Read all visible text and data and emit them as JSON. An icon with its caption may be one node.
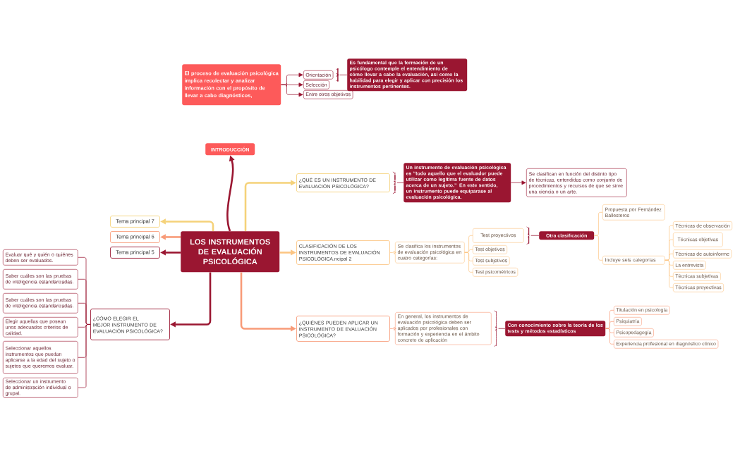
{
  "diagram": {
    "nodes": [
      {
        "text": [
          "LOS INSTRUMENTOS DE EVALUACIÓN PSICOLÓGICA"
        ]
      },
      {
        "text": [
          "INTRODUCCIÓN"
        ]
      },
      {
        "text": [
          "El proceso de evaluación psicológica implica recolectar y analizar información con el propósito de llevar a cabo diagnósticos,"
        ]
      },
      {
        "text": [
          "Orientación"
        ]
      },
      {
        "text": [
          "Selección"
        ]
      },
      {
        "text": [
          "Entre otros objetivos"
        ]
      },
      {
        "text": [
          "Es fundamental que la formación de un psicólogo contemple el entendimiento de cómo llevar a cabo la evaluación, así como la habilidad para elegir y aplicar con precisión los instrumentos pertinentes."
        ]
      },
      {
        "text": [
          "Tema principal 7"
        ]
      },
      {
        "text": [
          "Tema principal 6"
        ]
      },
      {
        "text": [
          "Tema principal 5"
        ]
      },
      {
        "text": [
          "¿QUÉ ES UN INSTRUMENTO DE EVALUACIÓN PSICOLÓGICA?"
        ]
      },
      {
        "text": [
          "Un instrumento de evaluación psicológica es “todo aquello que el evaluador puede utilizar como legítima fuente de datos acerca de un sujeto.” En este sentido, un instrumento puede equiparase al evaluación psicológica."
        ]
      },
      {
        "text": [
          "Se clasifican en función del distinto tipo de técnicas, entendidas como conjunto de procedimientos y recursos de que se sirve una ciencia o un arte."
        ]
      },
      {
        "text": [
          "CLASIFICACIÓN DE LOS INSTRUMENTOS DE EVALUACIÓN PSICOLÓGICA.ncipal 2"
        ]
      },
      {
        "text": [
          "Se clasifica los instrumentos de evaluación psicológica en cuatro categorías:"
        ]
      },
      {
        "text": [
          "Test proyectivos"
        ]
      },
      {
        "text": [
          "Test objetivos"
        ]
      },
      {
        "text": [
          "Test subjetivos"
        ]
      },
      {
        "text": [
          "Test psicométricos"
        ]
      },
      {
        "text": [
          "Otra clasificación"
        ]
      },
      {
        "text": [
          "Propuesta por Fernández Ballesteros"
        ]
      },
      {
        "text": [
          "Incluye seis categorías"
        ]
      },
      {
        "text": [
          "Técnicas de observación"
        ]
      },
      {
        "text": [
          "Técnicas objetivas"
        ]
      },
      {
        "text": [
          "Técnicas de autoinforme"
        ]
      },
      {
        "text": [
          "La entrevista"
        ]
      },
      {
        "text": [
          "Técnicas subjetivas"
        ]
      },
      {
        "text": [
          "Técnicas proyectivas"
        ]
      },
      {
        "text": [
          "¿QUIÉNES PUEDEN APLICAR UN INSTRUMENTO DE EVALUACIÓN PSICOLÓGICA?"
        ]
      },
      {
        "text": [
          "En general, los instrumentos de evaluación psicológica deben ser aplicados por profesionales con formación y experiencia en el ámbito concreto de aplicación"
        ]
      },
      {
        "text": [
          "Con conocimiento sobre la teoría de los tests y métodos estadísticos"
        ]
      },
      {
        "text": [
          "Titulación en psicología"
        ]
      },
      {
        "text": [
          "Psiquiatría"
        ]
      },
      {
        "text": [
          "Psicopedagogía"
        ]
      },
      {
        "text": [
          "Experiencia profesional en diagnóstico clínico"
        ]
      },
      {
        "text": [
          "¿CÓMO ELEGIR EL MEJOR INSTRUMENTO DE EVALUACIÓN PSICOLÓGICA?"
        ]
      },
      {
        "text": [
          "Evaluar qué y quién o quiénes deben ser evaluados."
        ]
      },
      {
        "text": [
          "Saber cuáles son las pruebas de inteligencia estandarizadas."
        ]
      },
      {
        "text": [
          "Saber cuáles son las pruebas de inteligencia estandarizadas."
        ]
      },
      {
        "text": [
          "Elegir aquellas que posean unos adecuados criterios de calidad."
        ]
      },
      {
        "text": [
          "Seleccionar aquellos instrumentos que puedan aplicarse a la edad del sujeto o sujetos que queremos evaluar."
        ]
      },
      {
        "text": [
          "Seleccionar un instrumento de administración individual o grupal."
        ]
      }
    ],
    "edges": [
      {
        "from": 0,
        "to": 1,
        "arrow": "to",
        "style": "thick",
        "color": "#9a1631"
      },
      {
        "from": 2,
        "to": 3,
        "arrow": "to",
        "color": "#9a1631"
      },
      {
        "from": 2,
        "to": 4,
        "arrow": "to",
        "color": "#9a1631"
      },
      {
        "from": 2,
        "to": 5,
        "arrow": "to",
        "color": "#9a1631"
      },
      {
        "from": 0,
        "to": 7,
        "arrow": "to",
        "style": "thick",
        "color": "#f5d27a"
      },
      {
        "from": 0,
        "to": 8,
        "arrow": "to",
        "style": "thick",
        "color": "#f89b78"
      },
      {
        "from": 0,
        "to": 9,
        "arrow": "to",
        "style": "thick",
        "color": "#9a1631"
      },
      {
        "from": 0,
        "to": 10,
        "arrow": "to",
        "style": "thick",
        "color": "#f5d27a"
      },
      {
        "from": 11,
        "to": 12,
        "arrow": "to",
        "color": "#9a1631"
      },
      {
        "from": 0,
        "to": 13,
        "arrow": "to",
        "style": "thick",
        "color": "#fcc583"
      },
      {
        "from": 13,
        "to": 14,
        "arrow": "none",
        "color": "#fcc583"
      },
      {
        "from": 14,
        "to": 15,
        "arrow": "none",
        "color": "#fcc583"
      },
      {
        "from": 14,
        "to": 16,
        "arrow": "none",
        "color": "#fcc583"
      },
      {
        "from": 14,
        "to": 17,
        "arrow": "none",
        "color": "#fcc583"
      },
      {
        "from": 14,
        "to": 18,
        "arrow": "none",
        "color": "#fcc583"
      },
      {
        "from": 19,
        "to": 20,
        "arrow": "none",
        "color": "#fcc583"
      },
      {
        "from": 19,
        "to": 21,
        "arrow": "none",
        "color": "#fcc583"
      },
      {
        "from": 21,
        "to": 22,
        "arrow": "none",
        "color": "#fcc583"
      },
      {
        "from": 21,
        "to": 23,
        "arrow": "none",
        "color": "#fcc583"
      },
      {
        "from": 21,
        "to": 24,
        "arrow": "none",
        "color": "#fcc583"
      },
      {
        "from": 21,
        "to": 25,
        "arrow": "none",
        "color": "#fcc583"
      },
      {
        "from": 21,
        "to": 26,
        "arrow": "none",
        "color": "#fcc583"
      },
      {
        "from": 21,
        "to": 27,
        "arrow": "none",
        "color": "#fcc583"
      },
      {
        "from": 0,
        "to": 28,
        "arrow": "to",
        "style": "thick",
        "color": "#f89b78"
      },
      {
        "from": 28,
        "to": 29,
        "arrow": "none",
        "color": "#f89b78"
      },
      {
        "from": 30,
        "to": 31,
        "arrow": "none",
        "color": "#f89b78"
      },
      {
        "from": 30,
        "to": 32,
        "arrow": "none",
        "color": "#f89b78"
      },
      {
        "from": 30,
        "to": 33,
        "arrow": "none",
        "color": "#f89b78"
      },
      {
        "from": 30,
        "to": 34,
        "arrow": "none",
        "color": "#f89b78"
      },
      {
        "from": 0,
        "to": 35,
        "arrow": "to",
        "style": "thick",
        "color": "#9a1631"
      },
      {
        "from": 35,
        "to": 36,
        "arrow": "none",
        "color": "#9a1631"
      },
      {
        "from": 35,
        "to": 37,
        "arrow": "none",
        "color": "#9a1631"
      },
      {
        "from": 35,
        "to": 38,
        "arrow": "none",
        "color": "#9a1631"
      },
      {
        "from": 35,
        "to": 39,
        "arrow": "none",
        "color": "#9a1631"
      },
      {
        "from": 35,
        "to": 40,
        "arrow": "none",
        "color": "#9a1631"
      },
      {
        "from": 35,
        "to": 41,
        "arrow": "none",
        "color": "#9a1631"
      },
      {
        "from": 3,
        "to": 6,
        "arrow": "none",
        "color": "#9a1631"
      },
      {
        "from": 10,
        "to": 11,
        "arrow": "none",
        "color": "#9a1631"
      },
      {
        "from": 15,
        "to": 19,
        "arrow": "none",
        "color": "#9a1631"
      },
      {
        "from": 29,
        "to": 30,
        "arrow": "none",
        "color": "#9a1631"
      }
    ]
  }
}
